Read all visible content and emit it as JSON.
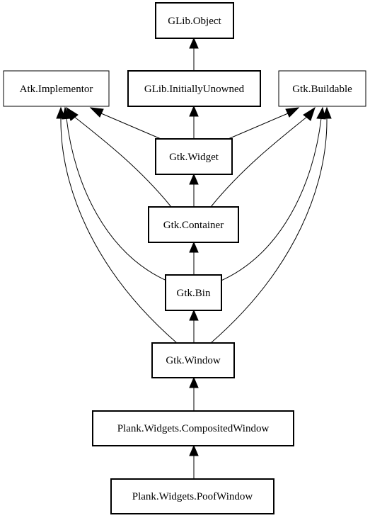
{
  "diagram": {
    "colors": {
      "stroke": "#000000",
      "fill": "#ffffff",
      "text": "#000000"
    },
    "nodes": {
      "glib_object": "GLib.Object",
      "atk_implementor": "Atk.Implementor",
      "glib_initially_unowned": "GLib.InitiallyUnowned",
      "gtk_buildable": "Gtk.Buildable",
      "gtk_widget": "Gtk.Widget",
      "gtk_container": "Gtk.Container",
      "gtk_bin": "Gtk.Bin",
      "gtk_window": "Gtk.Window",
      "plank_composited_window": "Plank.Widgets.CompositedWindow",
      "plank_poof_window": "Plank.Widgets.PoofWindow"
    },
    "edges": [
      {
        "from": "glib_initially_unowned",
        "to": "glib_object"
      },
      {
        "from": "gtk_widget",
        "to": "glib_initially_unowned"
      },
      {
        "from": "gtk_widget",
        "to": "atk_implementor"
      },
      {
        "from": "gtk_widget",
        "to": "gtk_buildable"
      },
      {
        "from": "gtk_container",
        "to": "gtk_widget"
      },
      {
        "from": "gtk_container",
        "to": "atk_implementor"
      },
      {
        "from": "gtk_container",
        "to": "gtk_buildable"
      },
      {
        "from": "gtk_bin",
        "to": "gtk_container"
      },
      {
        "from": "gtk_bin",
        "to": "atk_implementor"
      },
      {
        "from": "gtk_bin",
        "to": "gtk_buildable"
      },
      {
        "from": "gtk_window",
        "to": "gtk_bin"
      },
      {
        "from": "gtk_window",
        "to": "atk_implementor"
      },
      {
        "from": "gtk_window",
        "to": "gtk_buildable"
      },
      {
        "from": "plank_composited_window",
        "to": "gtk_window"
      },
      {
        "from": "plank_poof_window",
        "to": "plank_composited_window"
      }
    ]
  }
}
